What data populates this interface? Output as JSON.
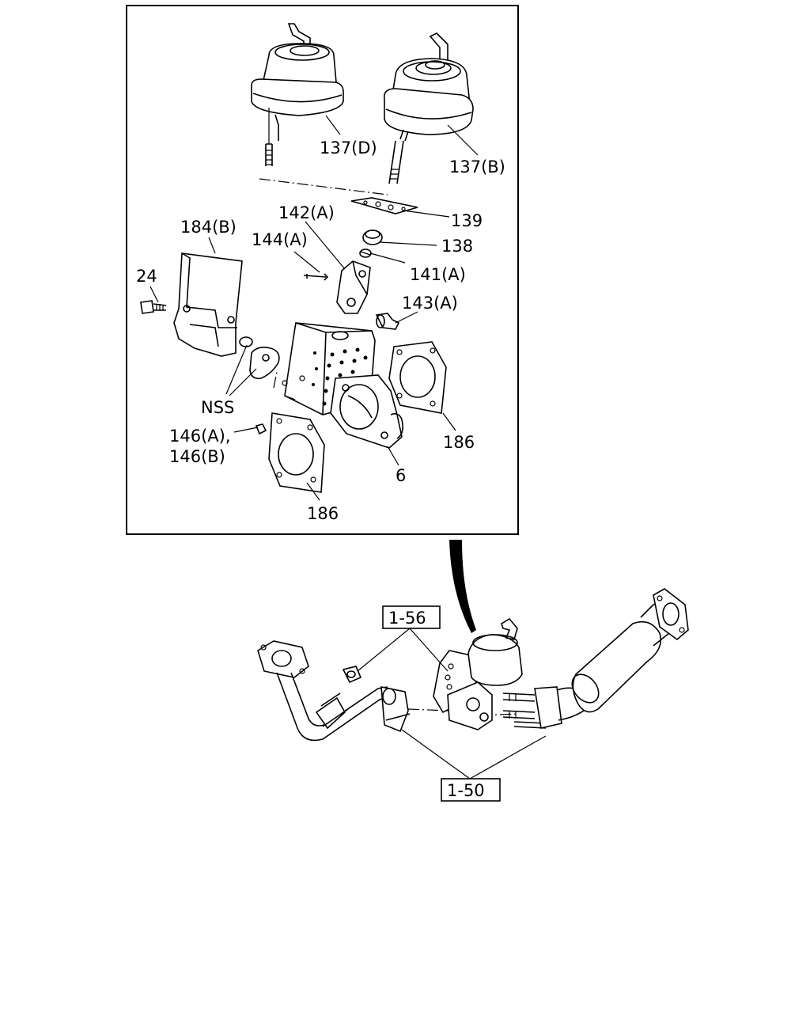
{
  "detail_labels": {
    "l137d": "137(D)",
    "l137b": "137(B)",
    "l139": "139",
    "l138": "138",
    "l142a": "142(A)",
    "l184b": "184(B)",
    "l144a": "144(A)",
    "l141a": "141(A)",
    "l24": "24",
    "l143a": "143(A)",
    "nss": "NSS",
    "l146a": "146(A),",
    "l146b": "146(B)",
    "l186_right": "186",
    "l6": "6",
    "l186_bottom": "186"
  },
  "overview_labels": {
    "ref_156": "1-56",
    "ref_150": "1-50"
  }
}
